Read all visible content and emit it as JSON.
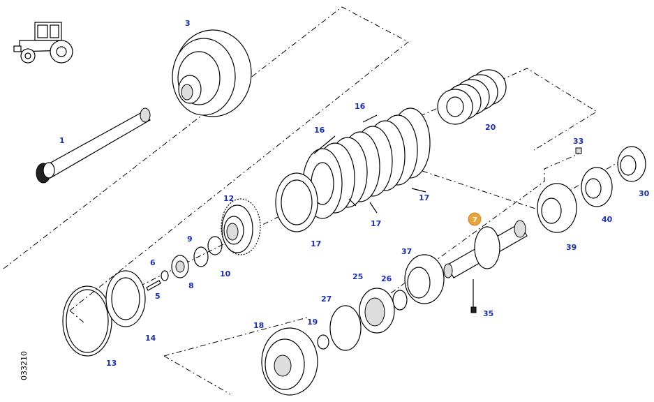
{
  "diagram": {
    "drawing_code": "033210",
    "highlight_color": "#e8a33a",
    "label_color": "#1a2fb8",
    "highlighted_part": "7",
    "parts": [
      "1",
      "3",
      "5",
      "6",
      "8",
      "9",
      "10",
      "12",
      "13",
      "14",
      "16",
      "16",
      "17",
      "17",
      "17",
      "18",
      "19",
      "20",
      "25",
      "26",
      "27",
      "30",
      "33",
      "35",
      "37",
      "39",
      "40"
    ]
  },
  "labels": {
    "p1": "1",
    "p3": "3",
    "p5": "5",
    "p6": "6",
    "p7": "7",
    "p8": "8",
    "p9": "9",
    "p10": "10",
    "p12": "12",
    "p13": "13",
    "p14": "14",
    "p16a": "16",
    "p16b": "16",
    "p17a": "17",
    "p17b": "17",
    "p17c": "17",
    "p18": "18",
    "p19": "19",
    "p20": "20",
    "p25": "25",
    "p26": "26",
    "p27": "27",
    "p30": "30",
    "p33": "33",
    "p35": "35",
    "p37": "37",
    "p39": "39",
    "p40": "40"
  }
}
